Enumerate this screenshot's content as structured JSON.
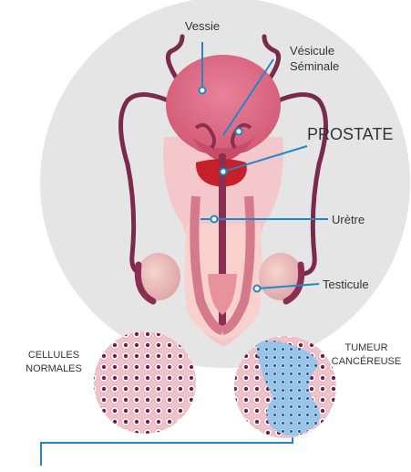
{
  "labels": {
    "vessie": "Vessie",
    "vesicule_line1": "Vésicule",
    "vesicule_line2": "Séminale",
    "prostate": "PROSTATE",
    "uretre": "Urètre",
    "testicule": "Testicule",
    "cellules_line1": "CELLULES",
    "cellules_line2": "NORMALES",
    "tumeur_line1": "TUMEUR",
    "tumeur_line2": "CANCÉREUSE"
  },
  "colors": {
    "background_circle": "#e5e5e5",
    "bladder": "#d9657f",
    "prostate": "#c8202b",
    "vessel": "#7a2a4c",
    "skin": "#f5c3c7",
    "callout": "#1e88c8",
    "normal_cell_fill": "#f4c9cf",
    "normal_cell_nucleus": "#7a1a48",
    "tumor_cell_fill": "#9cc6e8",
    "tumor_cell_nucleus": "#1e5f9c"
  }
}
